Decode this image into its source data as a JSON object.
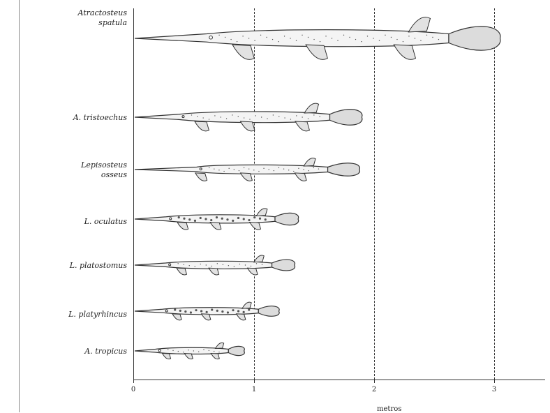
{
  "figure": {
    "axis": {
      "unit_label": "metros",
      "ticks": [
        "0",
        "1",
        "2",
        "3"
      ],
      "range_m": [
        0,
        3.4
      ]
    },
    "species": [
      {
        "label": "Atractosteus spatula",
        "length_m": 3.05
      },
      {
        "label": "A. tristoechus",
        "length_m": 1.9
      },
      {
        "label": "Lepisosteus osseus",
        "length_m": 1.88
      },
      {
        "label": "L. oculatus",
        "length_m": 1.37
      },
      {
        "label": "L. platostomus",
        "length_m": 1.34
      },
      {
        "label": "L. platyrhincus",
        "length_m": 1.21
      },
      {
        "label": "A. tropicus",
        "length_m": 0.92
      }
    ],
    "colors": {
      "ink": "#333333",
      "fill": "#f4f4f4",
      "spots": "#555555"
    }
  }
}
